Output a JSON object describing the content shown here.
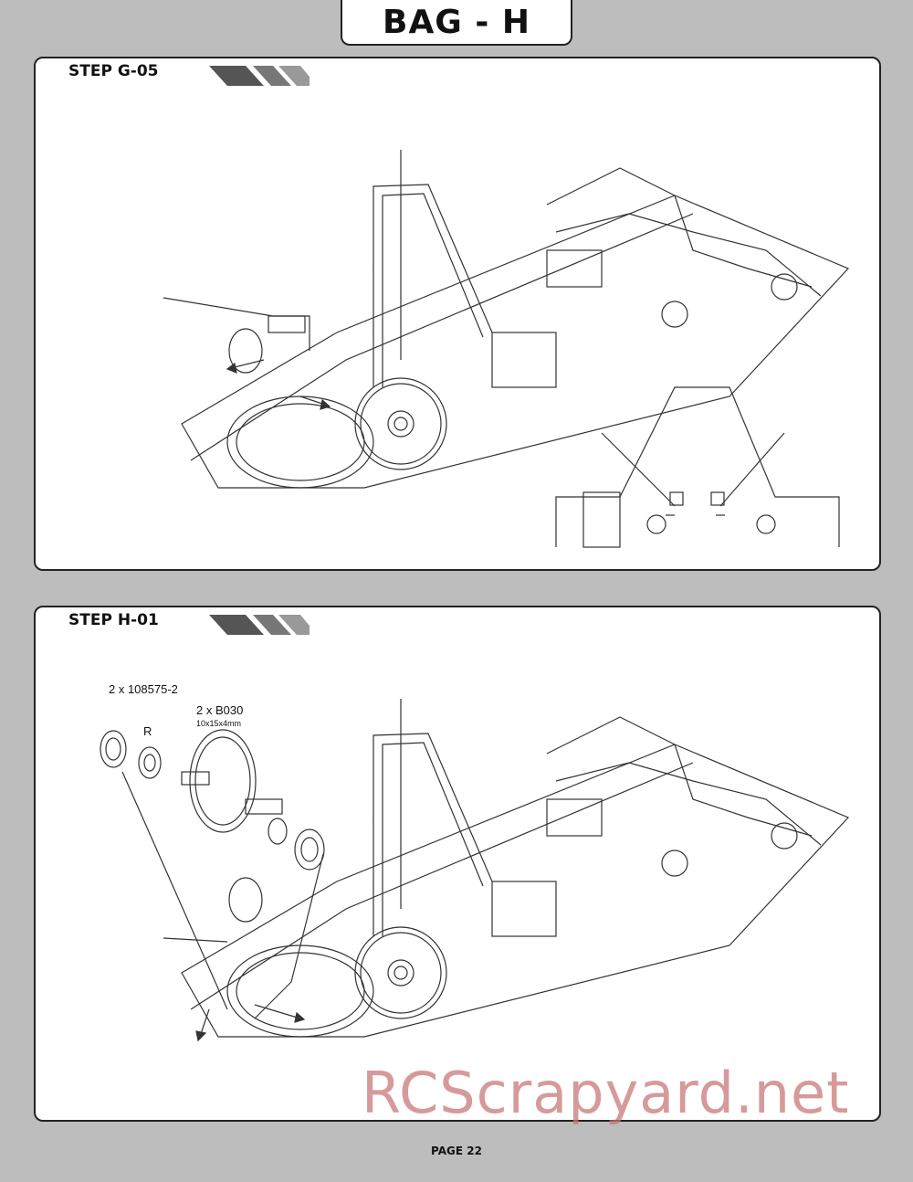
{
  "bag": {
    "title": "BAG - H"
  },
  "steps": [
    {
      "label": "STEP G-05"
    },
    {
      "label": "STEP H-01"
    }
  ],
  "parts": {
    "ring": {
      "qty": "2 x 108575-2",
      "mark": "R"
    },
    "bearing": {
      "qty": "2 x B030",
      "size": "10x15x4mm"
    }
  },
  "watermark": "RCScrapyard.net",
  "footer": {
    "page": "PAGE 22"
  },
  "colors": {
    "background": "#bdbdbd",
    "panel": "#ffffff",
    "line": "#222222",
    "watermark": "#c87878"
  }
}
